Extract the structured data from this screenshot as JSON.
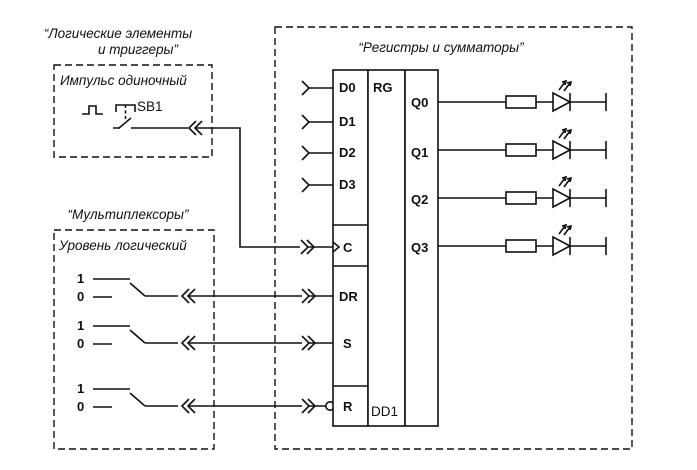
{
  "groups": {
    "logic": {
      "caption_line1": "“Логические элементы",
      "caption_line2": "и триггеры”",
      "title": "Импульс одиночный",
      "switch_label": "SB1"
    },
    "mux": {
      "caption": "“Мультиплексоры”",
      "title": "Уровень логический",
      "one": "1",
      "zero": "0"
    },
    "registers": {
      "caption": "“Регистры и сумматоры”"
    }
  },
  "chip": {
    "type": "RG",
    "designator": "DD1",
    "data_inputs": [
      "D0",
      "D1",
      "D2",
      "D3"
    ],
    "clock": "C",
    "control_inputs": [
      "DR",
      "S",
      "R"
    ],
    "outputs": [
      "Q0",
      "Q1",
      "Q2",
      "Q3"
    ]
  }
}
